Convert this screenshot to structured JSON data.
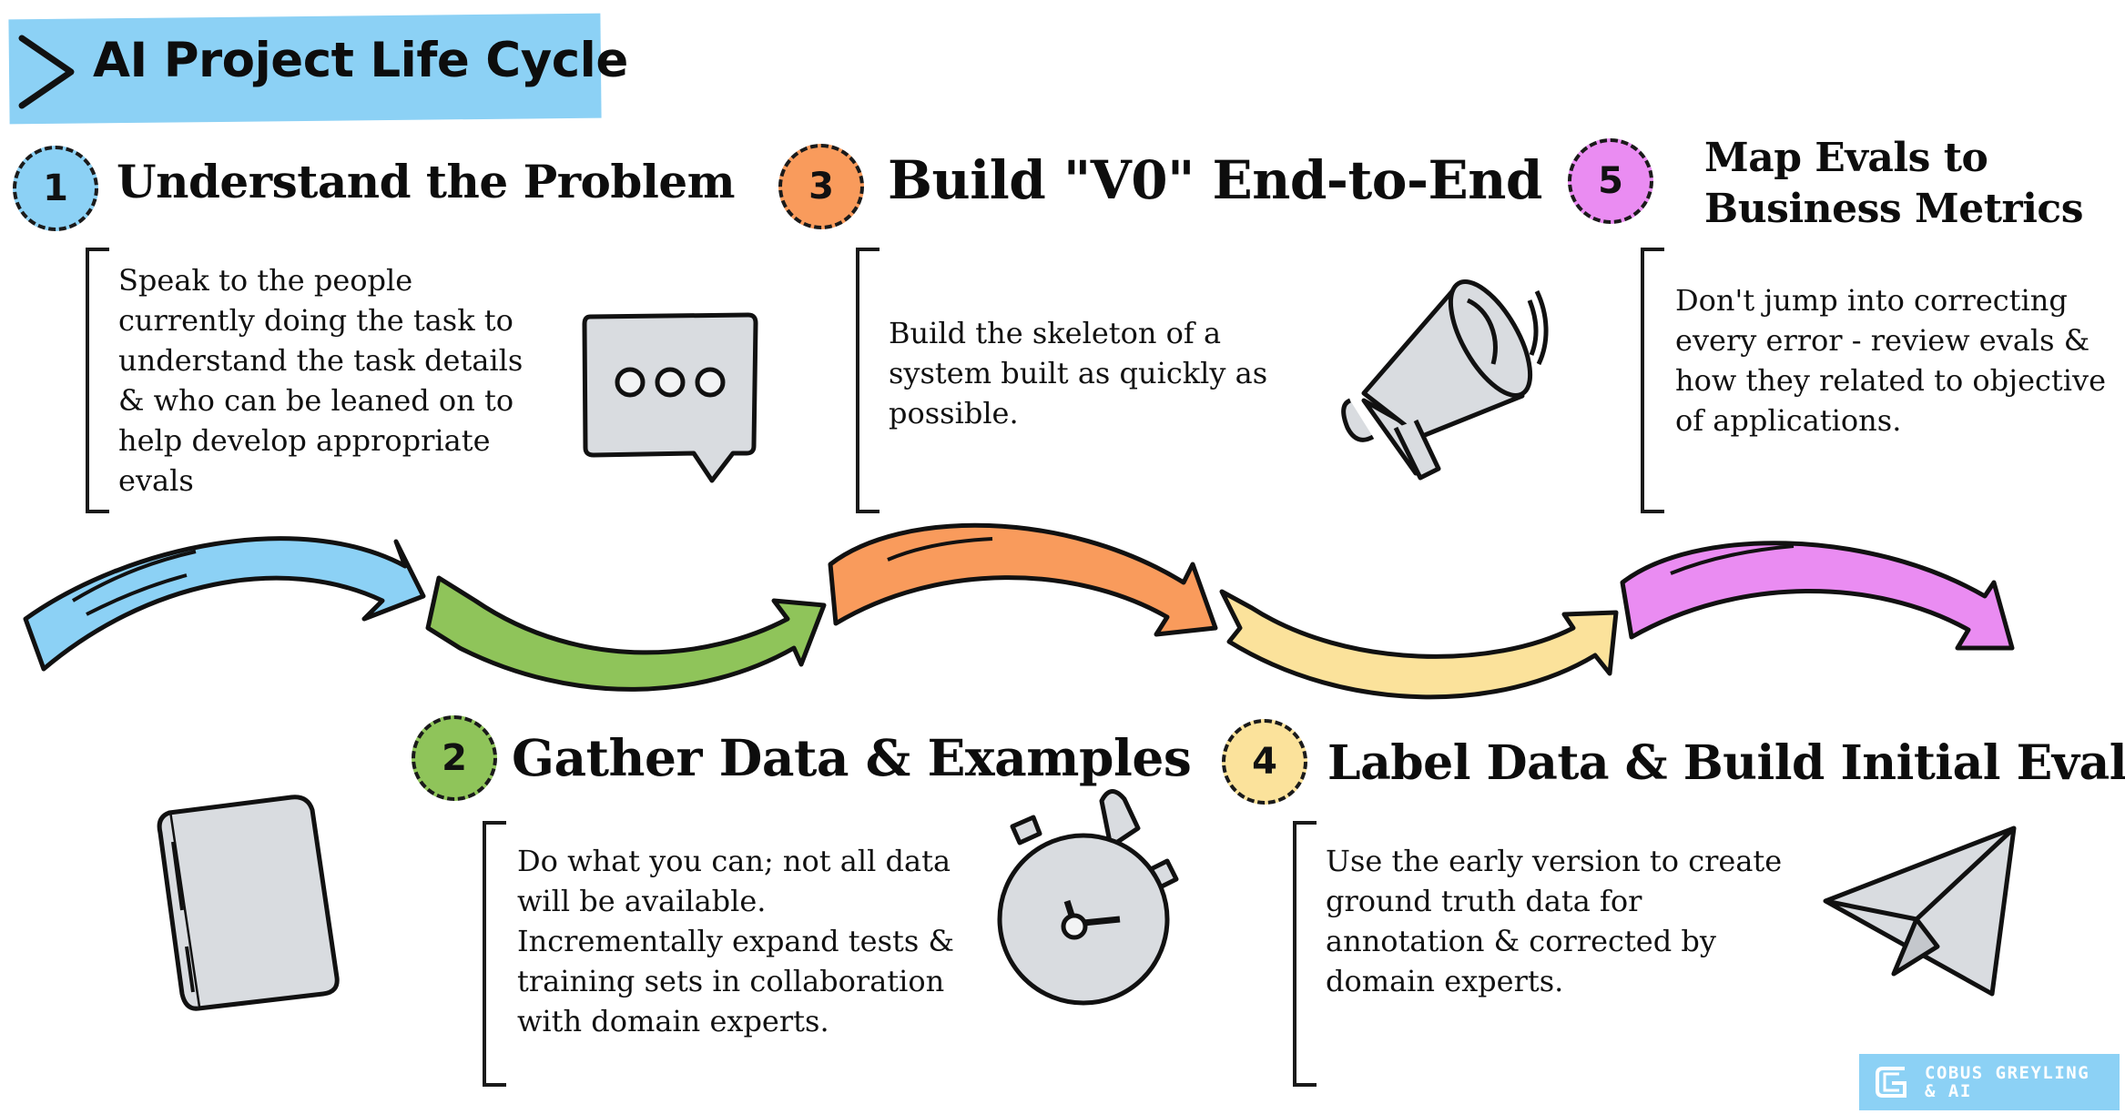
{
  "title": "AI Project Life Cycle",
  "colors": {
    "banner": "#8cd1f5",
    "step1": "#8cd1f5",
    "step2": "#8fc45a",
    "step3": "#f99b5c",
    "step4": "#fbe29b",
    "step5": "#ea8cf2",
    "icon_fill": "#d9dce0"
  },
  "steps": [
    {
      "number": "1",
      "heading": "Understand the Problem",
      "lines": [
        "Speak to the people",
        "currently doing the task to",
        "understand the task details",
        "& who can be leaned on to",
        "help develop appropriate",
        "evals"
      ],
      "icon": "chat-bubble-icon"
    },
    {
      "number": "2",
      "heading": "Gather Data & Examples",
      "lines": [
        "Do what you can; not all data",
        "will be available.",
        "Incrementally expand tests &",
        "training sets in collaboration",
        "with domain experts."
      ],
      "icon": "stopwatch-icon"
    },
    {
      "number": "3",
      "heading": "Build \"V0\" End-to-End",
      "lines": [
        "Build the skeleton of a",
        "system built as quickly as",
        "possible."
      ],
      "icon": "megaphone-icon"
    },
    {
      "number": "4",
      "heading": "Label Data & Build Initial Evals",
      "lines": [
        "Use the early version to create",
        "ground truth data for",
        "annotation & corrected by",
        "domain experts."
      ],
      "icon": "paper-plane-icon"
    },
    {
      "number": "5",
      "heading_lines": [
        "Map Evals to",
        "Business Metrics"
      ],
      "lines": [
        "Don't jump into correcting",
        "every error - review evals &",
        "how they related to objective",
        "of applications."
      ],
      "icon": "signal-icon"
    }
  ],
  "decor_icons": [
    "book-icon"
  ],
  "brand": "COBUS GREYLING\n& AI"
}
